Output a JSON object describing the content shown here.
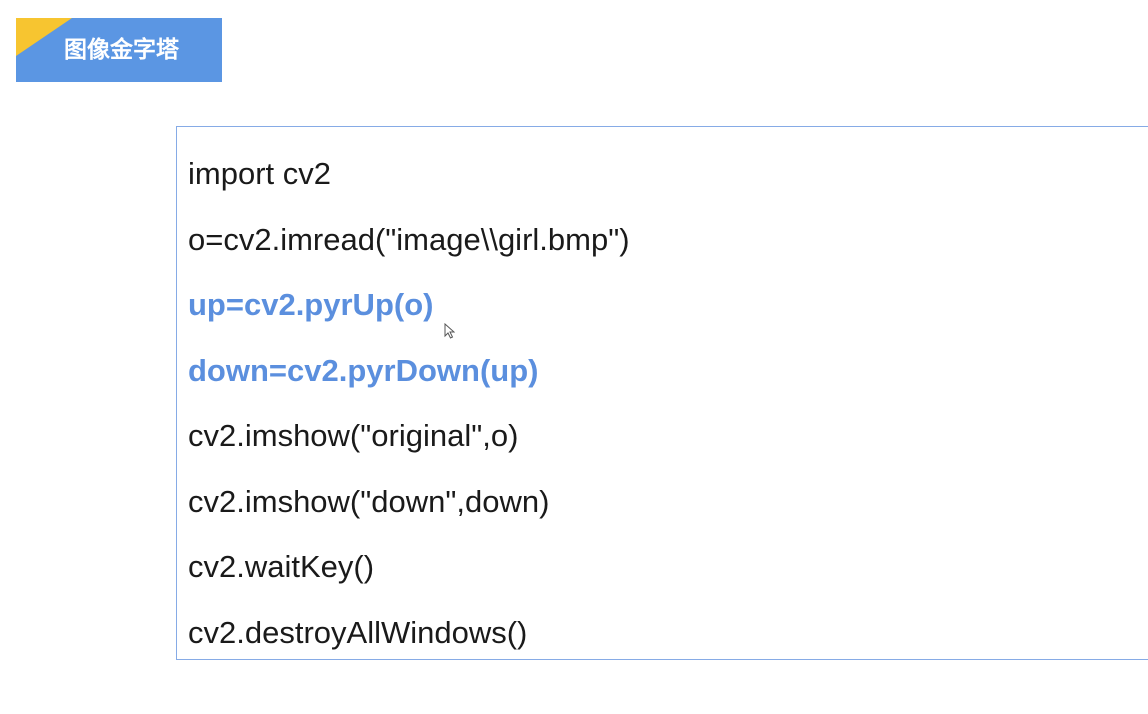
{
  "header": {
    "title": "图像金字塔",
    "accent_color": "#f7c530",
    "badge_color": "#5b96e3"
  },
  "code": {
    "lines": [
      {
        "text": "import cv2",
        "highlight": false
      },
      {
        "text": "o=cv2.imread(\"image\\\\girl.bmp\")",
        "highlight": false
      },
      {
        "text": "up=cv2.pyrUp(o)",
        "highlight": true
      },
      {
        "text": "down=cv2.pyrDown(up)",
        "highlight": true
      },
      {
        "text": "cv2.imshow(\"original\",o)",
        "highlight": false
      },
      {
        "text": "cv2.imshow(\"down\",down)",
        "highlight": false
      },
      {
        "text": "cv2.waitKey()",
        "highlight": false
      },
      {
        "text": "cv2.destroyAllWindows()",
        "highlight": false
      }
    ],
    "highlight_color": "#5b8fde",
    "border_color": "#86abe6"
  },
  "pointer": {
    "icon": "mouse-cursor-icon"
  }
}
